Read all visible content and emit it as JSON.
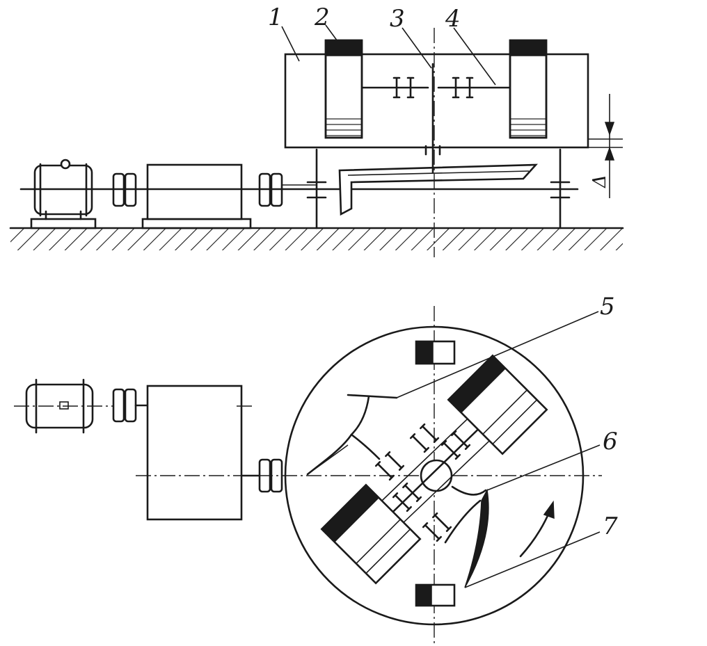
{
  "labels": {
    "l1": "1",
    "l2": "2",
    "l3": "3",
    "l4": "4",
    "l5": "5",
    "l6": "6",
    "l7": "7"
  },
  "dimension": "Δ",
  "colors": {
    "ink": "#1a1a1a",
    "paper": "#ffffff"
  }
}
